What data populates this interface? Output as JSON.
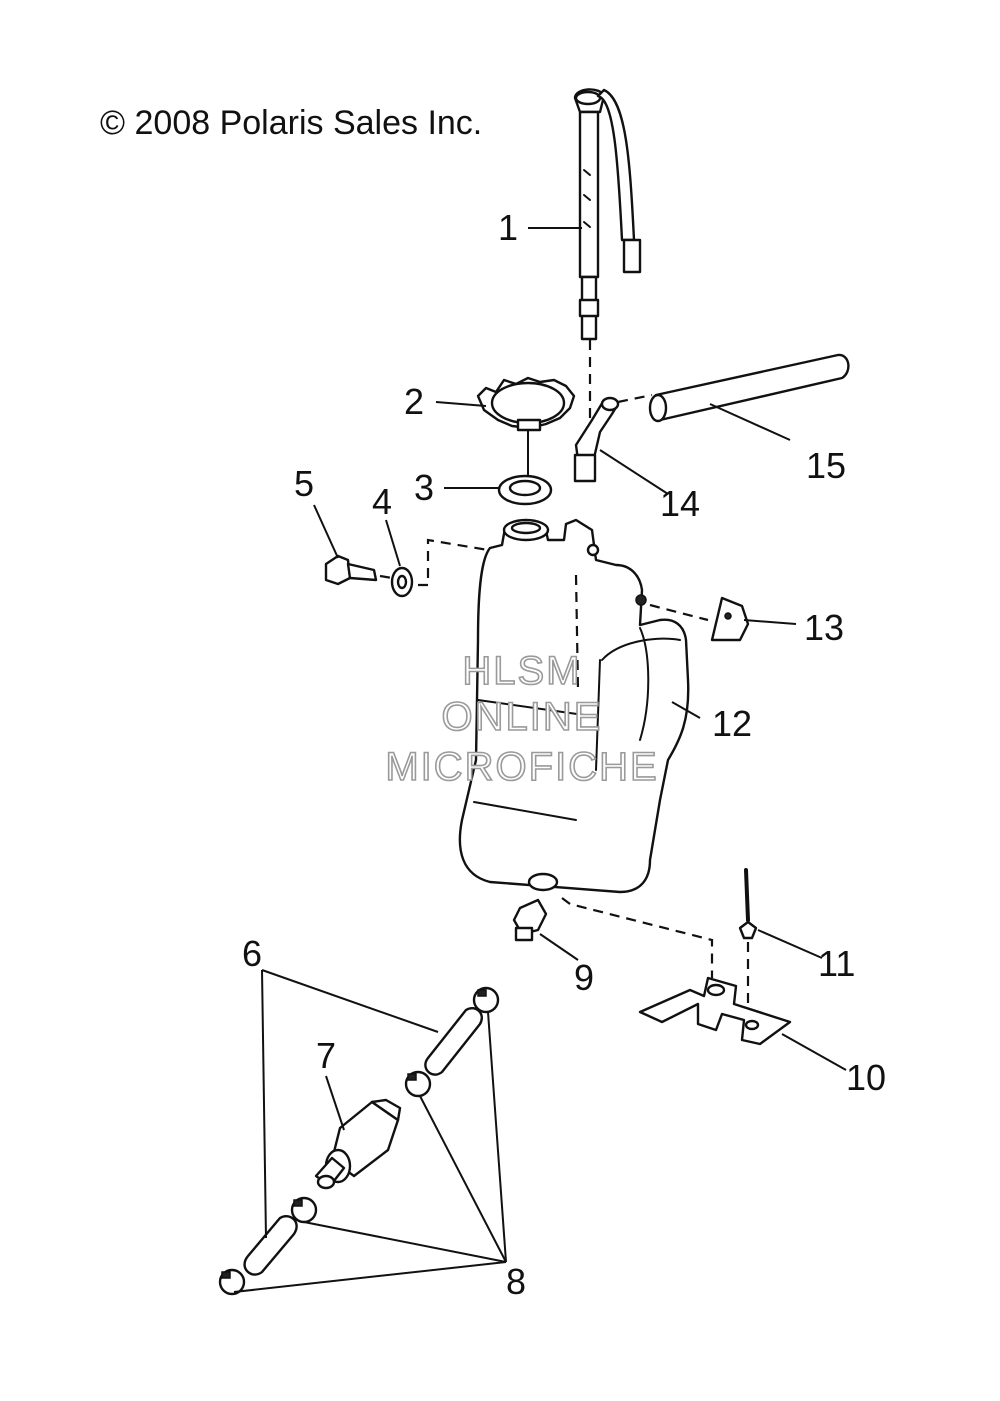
{
  "copyright": "© 2008 Polaris Sales Inc.",
  "watermark": [
    "HLSM",
    "ONLINE",
    "MICROFICHE"
  ],
  "callouts": [
    "1",
    "2",
    "3",
    "4",
    "5",
    "6",
    "7",
    "8",
    "9",
    "10",
    "11",
    "12",
    "13",
    "14",
    "15"
  ]
}
